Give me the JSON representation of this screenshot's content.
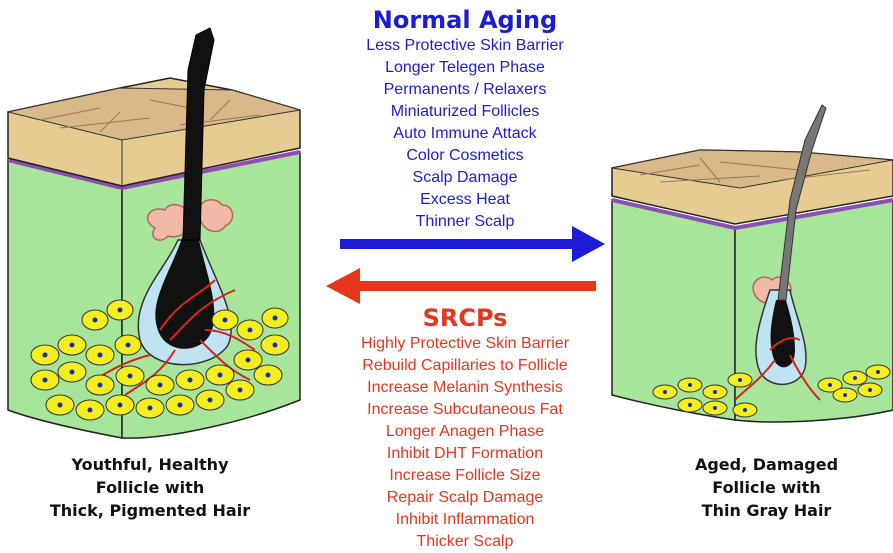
{
  "normal_aging": {
    "title": "Normal Aging",
    "items": [
      "Less Protective Skin Barrier",
      "Longer Telegen Phase",
      "Permanents / Relaxers",
      "Miniaturized Follicles",
      "Auto Immune Attack",
      "Color Cosmetics",
      "Scalp Damage",
      "Excess Heat",
      "Thinner Scalp"
    ],
    "color": "#1c1cd6"
  },
  "srcps": {
    "title": "SRCPs",
    "items": [
      "Highly Protective Skin Barrier",
      "Rebuild Capillaries to Follicle",
      "Increase Melanin Synthesis",
      "Increase Subcutaneous Fat",
      "Longer Anagen Phase",
      "Inhibit DHT Formation",
      "Increase Follicle Size",
      "Repair Scalp Damage",
      "Inhibit Inflammation",
      "Thicker Scalp"
    ],
    "color": "#e8361c"
  },
  "left_caption": {
    "line1": "Youthful, Healthy",
    "line2": "Follicle with",
    "line3": "Thick, Pigmented Hair"
  },
  "right_caption": {
    "line1": "Aged, Damaged",
    "line2": "Follicle with",
    "line3": "Thin Gray Hair"
  },
  "colors": {
    "skin": "#e6cc93",
    "dermis": "#a6e59a",
    "fat": "#f5ee1e",
    "vessel": "#d8251a",
    "hair_dark": "#111111",
    "hair_gray": "#777777"
  }
}
